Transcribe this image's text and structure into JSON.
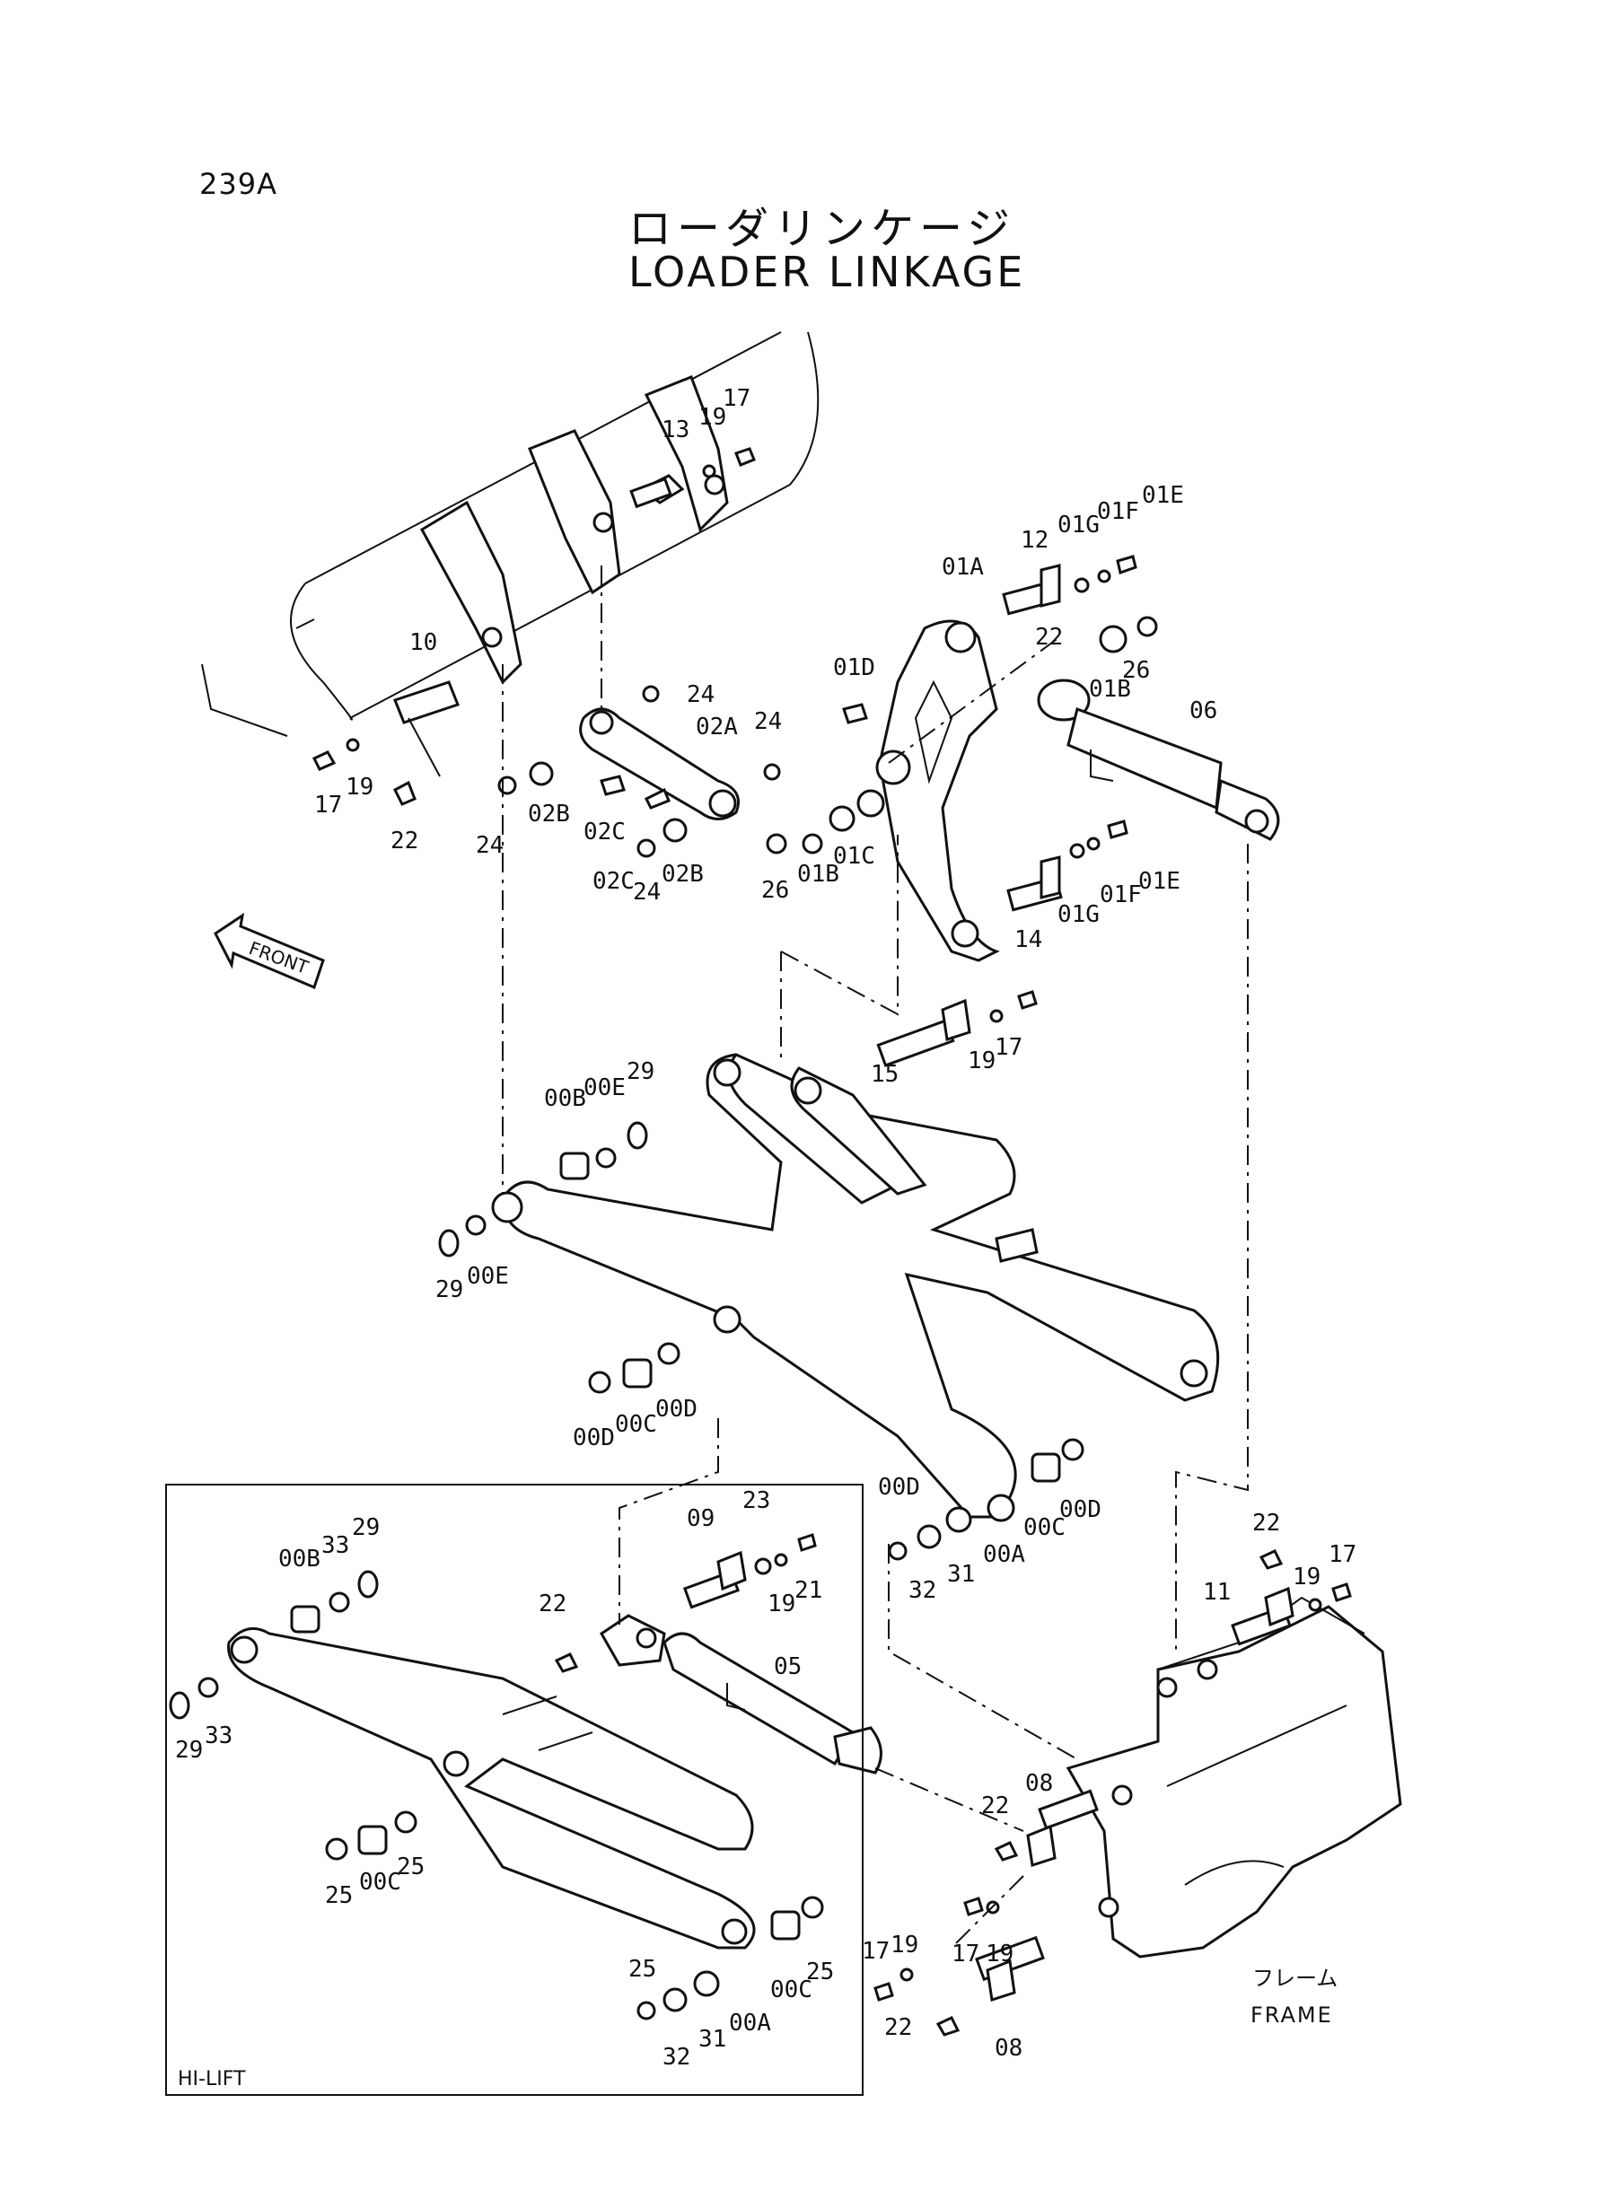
{
  "page_number": "239A",
  "title_jp": "ローダリンケージ",
  "title_en": "LOADER LINKAGE",
  "front_label": "FRONT",
  "frame_label_jp": "フレーム",
  "frame_label_en": "FRAME",
  "hilift_label": "HI-LIFT",
  "callouts": {
    "c13": "13",
    "c19a": "19",
    "c17a": "17",
    "c12": "12",
    "c01g_a": "01G",
    "c01f_a": "01F",
    "c01e_a": "01E",
    "c01a": "01A",
    "c22a": "22",
    "c01b_a": "01B",
    "c26a": "26",
    "c06": "06",
    "c01d": "01D",
    "c10": "10",
    "c17b": "17",
    "c19b": "19",
    "c22b": "22",
    "c24a": "24",
    "c02a": "02A",
    "c24b": "24",
    "c24c": "24",
    "c02b_a": "02B",
    "c02c_a": "02C",
    "c02c_b": "02C",
    "c24d": "24",
    "c02b_b": "02B",
    "c26b": "26",
    "c01b_b": "01B",
    "c01c": "01C",
    "c01g_b": "01G",
    "c01f_b": "01F",
    "c01e_b": "01E",
    "c14": "14",
    "c15": "15",
    "c19c": "19",
    "c17c": "17",
    "c00b_a": "00B",
    "c00e_a": "00E",
    "c29a": "29",
    "c29b": "29",
    "c00e_b": "00E",
    "c00d_a": "00D",
    "c00c_a": "00C",
    "c00d_b": "00D",
    "c00c_b": "00C",
    "c00d_c": "00D",
    "c00d_d": "00D",
    "c32a": "32",
    "c31a": "31",
    "c00a_a": "00A",
    "c09": "09",
    "c23": "23",
    "c19d": "19",
    "c21": "21",
    "c22c": "22",
    "c05": "05",
    "c22d": "22",
    "c19e": "19",
    "c17d": "17",
    "c11": "11",
    "c08a": "08",
    "c22e": "22",
    "c17e": "17",
    "c19f": "19",
    "c17f": "17",
    "c19g": "19",
    "c22f": "22",
    "c08b": "08",
    "c00b_b": "00B",
    "c33a": "33",
    "c29c": "29",
    "c29d": "29",
    "c33b": "33",
    "c25a": "25",
    "c00c_c": "00C",
    "c25b": "25",
    "c25c": "25",
    "c32b": "32",
    "c31b": "31",
    "c00a_b": "00A",
    "c00c_d": "00C",
    "c25d": "25"
  }
}
